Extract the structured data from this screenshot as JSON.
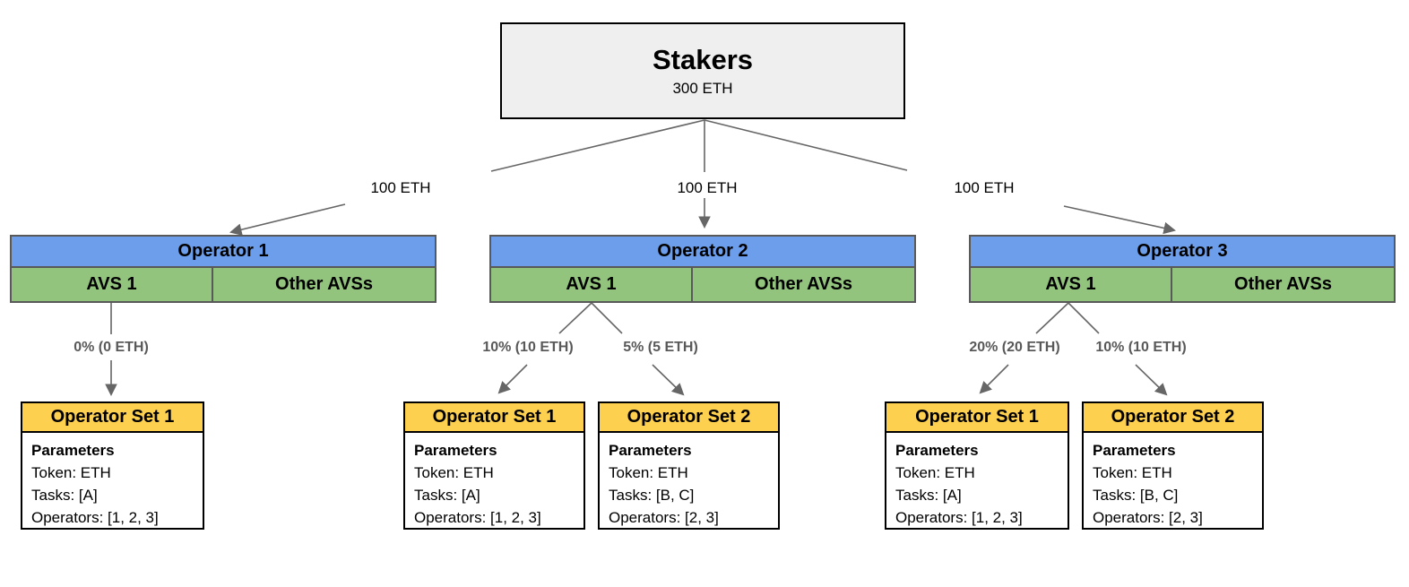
{
  "stakers": {
    "title": "Stakers",
    "amount": "300 ETH"
  },
  "delegation_labels": [
    "100 ETH",
    "100 ETH",
    "100 ETH"
  ],
  "operators": [
    {
      "name": "Operator 1",
      "avs": "AVS 1",
      "other_avs": "Other AVSs"
    },
    {
      "name": "Operator 2",
      "avs": "AVS 1",
      "other_avs": "Other AVSs"
    },
    {
      "name": "Operator 3",
      "avs": "AVS 1",
      "other_avs": "Other AVSs"
    }
  ],
  "allocation_labels": [
    {
      "label": "0% (0 ETH)"
    },
    {
      "label": "10% (10 ETH)"
    },
    {
      "label": "5% (5 ETH)"
    },
    {
      "label": "20% (20 ETH)"
    },
    {
      "label": "10% (10 ETH)"
    }
  ],
  "operator_sets": [
    {
      "title": "Operator Set 1",
      "params_heading": "Parameters",
      "token": "Token: ETH",
      "tasks": "Tasks: [A]",
      "operators": "Operators: [1, 2, 3]"
    },
    {
      "title": "Operator Set 1",
      "params_heading": "Parameters",
      "token": "Token: ETH",
      "tasks": "Tasks: [A]",
      "operators": "Operators: [1, 2, 3]"
    },
    {
      "title": "Operator Set 2",
      "params_heading": "Parameters",
      "token": "Token: ETH",
      "tasks": "Tasks: [B, C]",
      "operators": "Operators: [2, 3]"
    },
    {
      "title": "Operator Set 1",
      "params_heading": "Parameters",
      "token": "Token: ETH",
      "tasks": "Tasks: [A]",
      "operators": "Operators: [1, 2, 3]"
    },
    {
      "title": "Operator Set 2",
      "params_heading": "Parameters",
      "token": "Token: ETH",
      "tasks": "Tasks: [B, C]",
      "operators": "Operators: [2, 3]"
    }
  ],
  "colors": {
    "stakers_fill": "#efefef",
    "operator_header_fill": "#6d9eeb",
    "avs_cell_fill": "#93c47d",
    "operator_set_header_fill": "#fdd050",
    "connector_stroke": "#666666",
    "allocation_label_color": "#595959"
  }
}
